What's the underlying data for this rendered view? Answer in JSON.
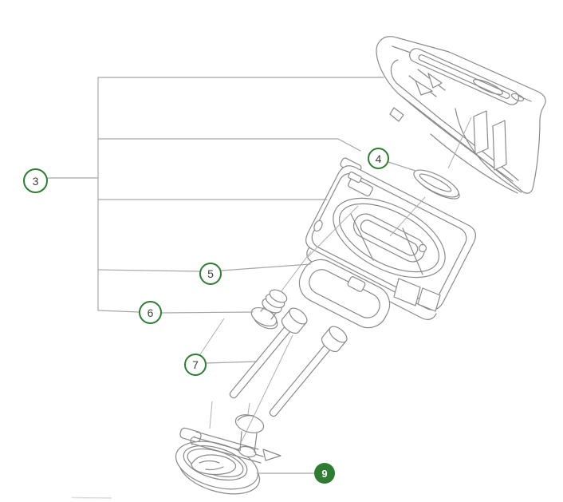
{
  "diagram": {
    "kind": "exploded-parts-diagram",
    "callouts": [
      {
        "label": "3",
        "selected": false
      },
      {
        "label": "4",
        "selected": false
      },
      {
        "label": "5",
        "selected": false
      },
      {
        "label": "6",
        "selected": false
      },
      {
        "label": "7",
        "selected": false
      },
      {
        "label": "9",
        "selected": true
      }
    ]
  },
  "colors": {
    "callout_ring_green": "#2e7d32",
    "selected_callout_fill": "#2e7d32",
    "selected_callout_number": "#ffffff",
    "callout_number": "#3d3d3d",
    "leader_line_gray": "#a6a6a6",
    "artwork_line_gray": "#8a8a8a",
    "background": "#ffffff"
  }
}
